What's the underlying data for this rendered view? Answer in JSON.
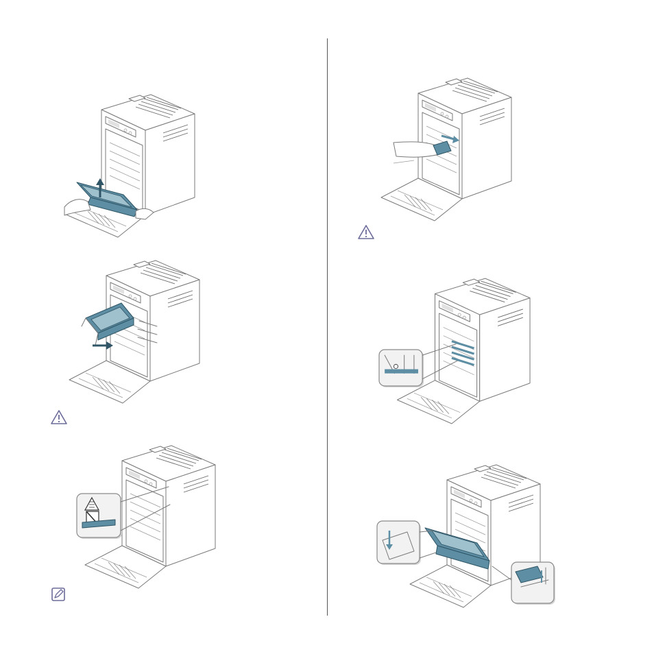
{
  "page": {
    "left_column": {
      "steps": [
        {
          "figure": "remove-transfer-belt",
          "icon": null
        },
        {
          "figure": "insert-transfer-belt",
          "icon": null
        },
        {
          "figure": "transfer-belt-warning-label",
          "icon": "caution-icon"
        },
        {
          "figure": null,
          "icon": "note-icon"
        }
      ]
    },
    "right_column": {
      "steps": [
        {
          "figure": "clean-inside-printer",
          "icon": null
        },
        {
          "figure": null,
          "icon": "caution-icon"
        },
        {
          "figure": "imaging-unit-slots",
          "icon": null
        },
        {
          "figure": "reinsert-imaging-unit",
          "icon": null
        }
      ]
    },
    "colors": {
      "accent": "#5d8ea3",
      "icon_stroke": "#6b6b9a",
      "divider": "#555555"
    }
  }
}
